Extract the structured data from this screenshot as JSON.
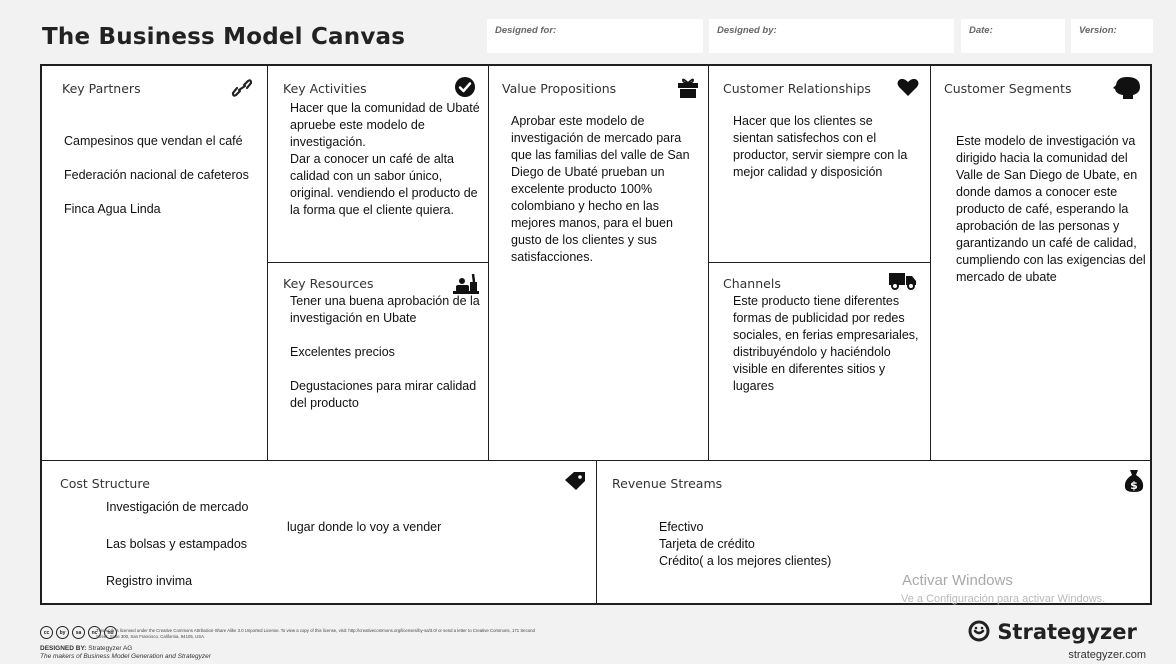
{
  "header": {
    "title": "The Business Model Canvas",
    "designed_for": "Designed for:",
    "designed_by": "Designed by:",
    "date": "Date:",
    "version": "Version:"
  },
  "key_partners": {
    "title": "Key Partners",
    "icon": "link-icon",
    "items": [
      "Campesinos que vendan el café",
      "Federación nacional de cafeteros",
      "Finca Agua Linda"
    ]
  },
  "key_activities": {
    "title": "Key Activities",
    "icon": "check-circle-icon",
    "text": "Hacer que la comunidad de Ubaté apruebe este modelo de investigación.",
    "text2": "Dar a conocer un café de alta calidad con un sabor único, original. vendiendo el producto de la forma que el cliente quiera."
  },
  "key_resources": {
    "title": "Key Resources",
    "icon": "worker-icon",
    "items": [
      "Tener una buena aprobación de la investigación en Ubate",
      "Excelentes precios",
      "Degustaciones para mirar calidad del producto"
    ]
  },
  "value_propositions": {
    "title": "Value Propositions",
    "icon": "gift-icon",
    "text": "Aprobar este modelo de investigación de mercado para que las familias del valle de San Diego de Ubaté prueban un excelente producto 100% colombiano y hecho en las mejores manos, para el buen gusto de los clientes y sus satisfacciones."
  },
  "customer_relationships": {
    "title": "Customer Relationships",
    "icon": "heart-icon",
    "text": "Hacer que los clientes se sientan satisfechos con el productor, servir siempre con la mejor calidad y disposición"
  },
  "channels": {
    "title": "Channels",
    "icon": "truck-icon",
    "text": "Este producto tiene diferentes formas de publicidad por redes sociales, en ferias empresariales, distribuyéndolo y haciéndolo visible en diferentes sitios y lugares"
  },
  "customer_segments": {
    "title": "Customer Segments",
    "icon": "head-icon",
    "text": "Este modelo de investigación va dirigido hacia la comunidad del Valle de San Diego de Ubate, en donde damos a conocer este producto de café, esperando la aprobación de las personas y garantizando un café de calidad, cumpliendo con las exigencias del mercado de ubate"
  },
  "cost_structure": {
    "title": "Cost Structure",
    "icon": "tag-icon",
    "items": [
      "Investigación de mercado",
      "Las bolsas y estampados",
      "Registro invima"
    ],
    "side_text": "lugar donde lo voy a vender"
  },
  "revenue_streams": {
    "title": "Revenue Streams",
    "icon": "money-bag-icon",
    "items": [
      "Efectivo",
      "Tarjeta de crédito",
      "Crédito( a los mejores clientes)"
    ]
  },
  "windows_watermark": {
    "line1": "Activar Windows",
    "line2": "Ve a Configuración para activar Windows."
  },
  "footer": {
    "cc_icons": [
      "cc",
      "by",
      "sa",
      "nc",
      "nd"
    ],
    "license": "This work is licensed under the Creative Commons Attribution-Share Alike 3.0 Unported License. To view a copy of this license, visit: http://creativecommons.org/licenses/by-sa/3.0/ or send a letter to Creative Commons, 171 Second Street, Suite 300, San Francisco, California, 94105, USA.",
    "designed_by_label": "DESIGNED BY:",
    "designed_by_name": "Strategyzer AG",
    "tagline": "The makers of Business Model Generation and Strategyzer",
    "brand": "Strategyzer",
    "url": "strategyzer.com"
  }
}
